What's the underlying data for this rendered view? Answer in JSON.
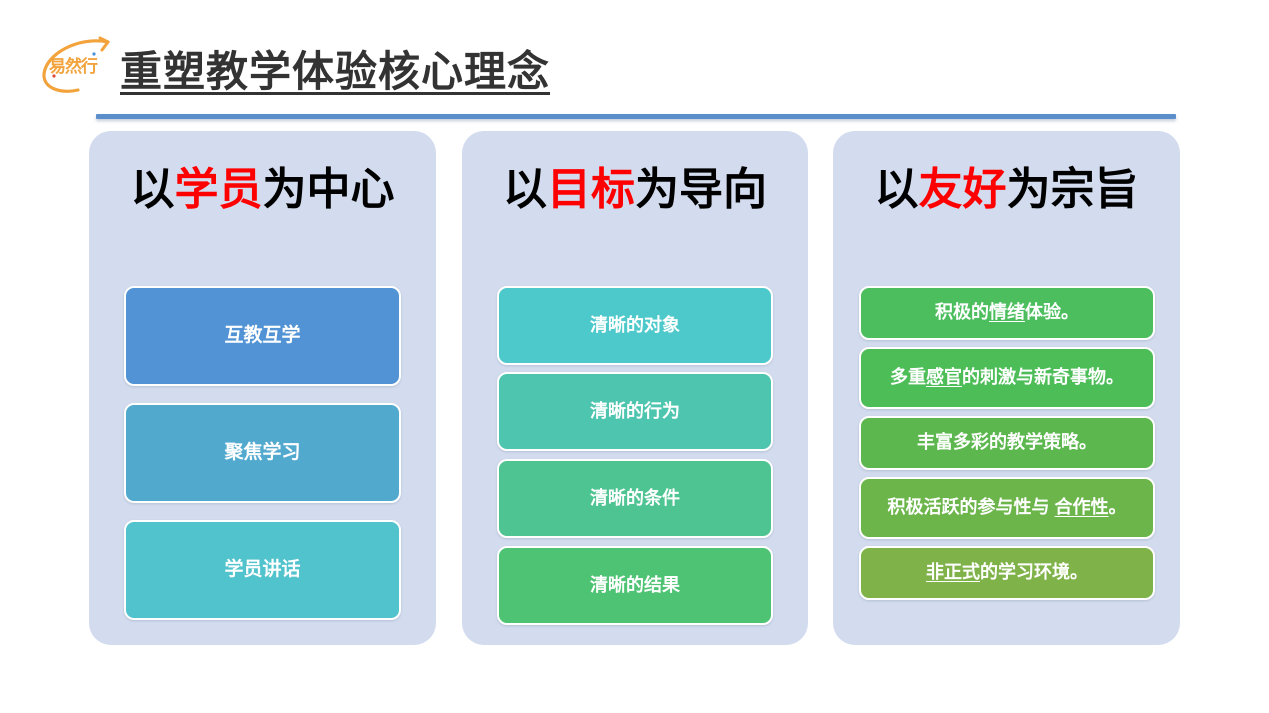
{
  "header": {
    "logo_text": "易然行",
    "logo_name": "yiranxing-logo",
    "title": "重塑教学体验核心理念",
    "accent_line_color": "#5a8fcb",
    "title_color": "#333333",
    "logo_color": "#f2a33c"
  },
  "panel_bg": "#d3dcee",
  "highlight_color": "#ff0000",
  "columns": [
    {
      "id": "learner-centered",
      "title_parts": [
        {
          "text": "以",
          "highlight": false
        },
        {
          "text": "学员",
          "highlight": true
        },
        {
          "text": "为中心",
          "highlight": false
        }
      ],
      "title_plain": "以学员为中心",
      "cards": [
        {
          "text": "互教互学",
          "color": "#5193d4",
          "underline": ""
        },
        {
          "text": "聚焦学习",
          "color": "#51a9ce",
          "underline": ""
        },
        {
          "text": "学员讲话",
          "color": "#51c3cc",
          "underline": ""
        }
      ]
    },
    {
      "id": "goal-oriented",
      "title_parts": [
        {
          "text": "以",
          "highlight": false
        },
        {
          "text": "目标",
          "highlight": true
        },
        {
          "text": "为导向",
          "highlight": false
        }
      ],
      "title_plain": "以目标为导向",
      "cards": [
        {
          "text": "清晰的对象",
          "color": "#4ec9cb",
          "underline": ""
        },
        {
          "text": "清晰的行为",
          "color": "#4ec5ae",
          "underline": ""
        },
        {
          "text": "清晰的条件",
          "color": "#4ec492",
          "underline": ""
        },
        {
          "text": "清晰的结果",
          "color": "#4ec373",
          "underline": ""
        }
      ]
    },
    {
      "id": "friendly-purpose",
      "title_parts": [
        {
          "text": "以",
          "highlight": false
        },
        {
          "text": "友好",
          "highlight": true
        },
        {
          "text": "为宗旨",
          "highlight": false
        }
      ],
      "title_plain": "以友好为宗旨",
      "cards": [
        {
          "text": "积极的情绪体验。",
          "color": "#4cbe5e",
          "underline": "情绪",
          "segments": [
            {
              "text": "积极的",
              "u": false
            },
            {
              "text": "情绪",
              "u": true
            },
            {
              "text": "体验。",
              "u": false
            }
          ]
        },
        {
          "text": "多重感官的刺激与新奇事物。",
          "color": "#4cbd57",
          "underline": "感官",
          "segments": [
            {
              "text": "多重",
              "u": false
            },
            {
              "text": "感官",
              "u": true
            },
            {
              "text": "的刺激与新奇事物。",
              "u": false
            }
          ]
        },
        {
          "text": "丰富多彩的教学策略。",
          "color": "#5cb84e",
          "underline": "",
          "segments": [
            {
              "text": "丰富多彩的教学策略。",
              "u": false
            }
          ]
        },
        {
          "text": "积极活跃的参与性与 合作性。",
          "color": "#6cb54b",
          "underline": "合作性",
          "segments": [
            {
              "text": "积极活跃的参与性与 ",
              "u": false
            },
            {
              "text": "合作性",
              "u": true
            },
            {
              "text": "。",
              "u": false
            }
          ]
        },
        {
          "text": "非正式的学习环境。",
          "color": "#7fb349",
          "underline": "非正式",
          "segments": [
            {
              "text": "非正式",
              "u": true
            },
            {
              "text": "的学习环境。",
              "u": false
            }
          ]
        }
      ]
    }
  ]
}
